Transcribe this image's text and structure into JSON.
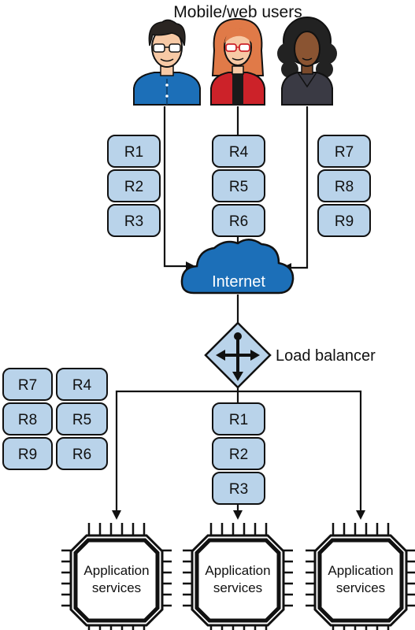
{
  "header": {
    "users_label": "Mobile/web users"
  },
  "users": [
    {
      "icon": "man-with-glasses-avatar-icon",
      "shirt_color": "#1c6fb8"
    },
    {
      "icon": "woman-with-glasses-avatar-icon",
      "shirt_color": "#cc2229"
    },
    {
      "icon": "woman-with-curly-hair-avatar-icon",
      "shirt_color": "#3a3a44"
    }
  ],
  "user_request_groups": [
    [
      "R1",
      "R2",
      "R3"
    ],
    [
      "R4",
      "R5",
      "R6"
    ],
    [
      "R7",
      "R8",
      "R9"
    ]
  ],
  "internet": {
    "label": "Internet",
    "color": "#1c6fb8"
  },
  "load_balancer": {
    "label": "Load balancer",
    "color": "#b9d3ea"
  },
  "pending_requests": {
    "left_column": [
      "R7",
      "R8",
      "R9"
    ],
    "right_column": [
      "R4",
      "R5",
      "R6"
    ]
  },
  "routed_requests": [
    "R1",
    "R2",
    "R3"
  ],
  "services": [
    {
      "line1": "Application",
      "line2": "services"
    },
    {
      "line1": "Application",
      "line2": "services"
    },
    {
      "line1": "Application",
      "line2": "services"
    }
  ],
  "colors": {
    "request_box": "#b9d3ea",
    "outline": "#111111"
  }
}
